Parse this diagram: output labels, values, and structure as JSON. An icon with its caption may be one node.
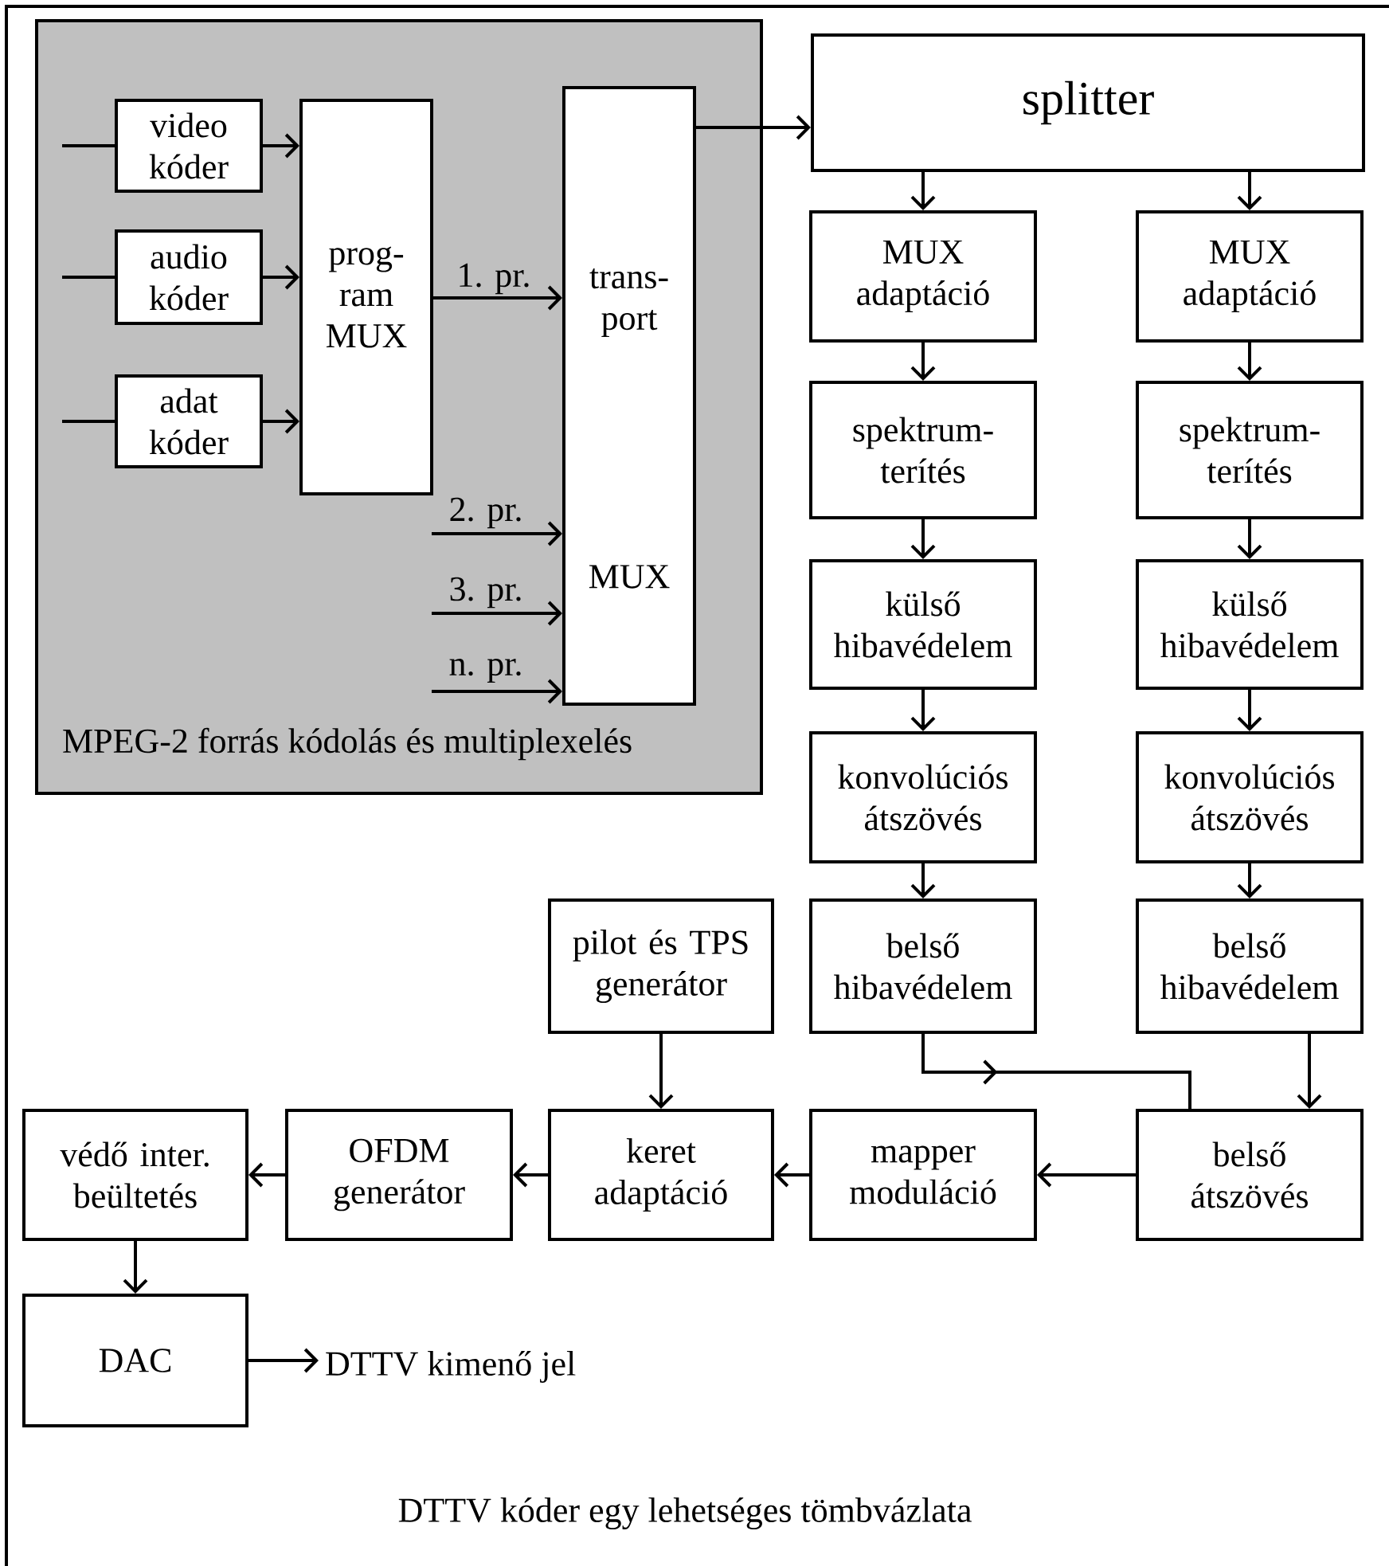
{
  "diagram": {
    "caption": "DTTV kóder egy lehetséges tömbvázlata",
    "nodes": [
      {
        "text": [
          "MPEG-2 forrás kódolás és multiplexelés"
        ]
      },
      {
        "text": [
          "video kóder"
        ],
        "in": 0
      },
      {
        "text": [
          "audio kóder"
        ],
        "in": 0
      },
      {
        "text": [
          "adat kóder"
        ],
        "in": 0
      },
      {
        "text": [
          "prog- ram MUX"
        ],
        "in": 0
      },
      {
        "text": [
          "trans- port",
          "MUX"
        ],
        "in": 0
      },
      {
        "text": [
          "splitter"
        ]
      },
      {
        "text": [
          "MUX adaptáció"
        ]
      },
      {
        "text": [
          "MUX adaptáció"
        ]
      },
      {
        "text": [
          "spektrum- terítés"
        ]
      },
      {
        "text": [
          "spektrum- terítés"
        ]
      },
      {
        "text": [
          "külső hibavédelem"
        ]
      },
      {
        "text": [
          "külső hibavédelem"
        ]
      },
      {
        "text": [
          "konvolúciós átszövés"
        ]
      },
      {
        "text": [
          "konvolúciós átszövés"
        ]
      },
      {
        "text": [
          "pilot és TPS generátor"
        ]
      },
      {
        "text": [
          "belső hibavédelem"
        ]
      },
      {
        "text": [
          "belső hibavédelem"
        ]
      },
      {
        "text": [
          "védő inter. beültetés"
        ]
      },
      {
        "text": [
          "OFDM generátor"
        ]
      },
      {
        "text": [
          "keret adaptáció"
        ]
      },
      {
        "text": [
          "mapper moduláció"
        ]
      },
      {
        "text": [
          "belső átszövés"
        ]
      },
      {
        "text": [
          "DAC"
        ]
      },
      {
        "text": [
          "DTTV kimenő jel"
        ]
      }
    ],
    "edges": [
      {
        "from": null,
        "to": 1,
        "arrow": "none"
      },
      {
        "from": null,
        "to": 2,
        "arrow": "none"
      },
      {
        "from": null,
        "to": 3,
        "arrow": "none"
      },
      {
        "from": 1,
        "to": 4,
        "arrow": "to"
      },
      {
        "from": 2,
        "to": 4,
        "arrow": "to"
      },
      {
        "from": 3,
        "to": 4,
        "arrow": "to"
      },
      {
        "from": 4,
        "to": 5,
        "arrow": "to",
        "label": "1. pr."
      },
      {
        "from": null,
        "to": 5,
        "arrow": "to",
        "label": "2. pr."
      },
      {
        "from": null,
        "to": 5,
        "arrow": "to",
        "label": "3. pr."
      },
      {
        "from": null,
        "to": 5,
        "arrow": "to",
        "label": "n. pr."
      },
      {
        "from": 5,
        "to": 6,
        "arrow": "to"
      },
      {
        "from": 6,
        "to": 7,
        "arrow": "to"
      },
      {
        "from": 6,
        "to": 8,
        "arrow": "to"
      },
      {
        "from": 7,
        "to": 9,
        "arrow": "to"
      },
      {
        "from": 8,
        "to": 10,
        "arrow": "to"
      },
      {
        "from": 9,
        "to": 11,
        "arrow": "to"
      },
      {
        "from": 10,
        "to": 12,
        "arrow": "to"
      },
      {
        "from": 11,
        "to": 13,
        "arrow": "to"
      },
      {
        "from": 12,
        "to": 14,
        "arrow": "to"
      },
      {
        "from": 13,
        "to": 16,
        "arrow": "to"
      },
      {
        "from": 14,
        "to": 17,
        "arrow": "to"
      },
      {
        "from": 16,
        "to": 22,
        "arrow": "to"
      },
      {
        "from": 17,
        "to": 22,
        "arrow": "to"
      },
      {
        "from": 15,
        "to": 20,
        "arrow": "to"
      },
      {
        "from": 22,
        "to": 21,
        "arrow": "to"
      },
      {
        "from": 21,
        "to": 20,
        "arrow": "to"
      },
      {
        "from": 20,
        "to": 19,
        "arrow": "to"
      },
      {
        "from": 19,
        "to": 18,
        "arrow": "to"
      },
      {
        "from": 18,
        "to": 23,
        "arrow": "to"
      },
      {
        "from": 23,
        "to": 24,
        "arrow": "to"
      }
    ]
  }
}
